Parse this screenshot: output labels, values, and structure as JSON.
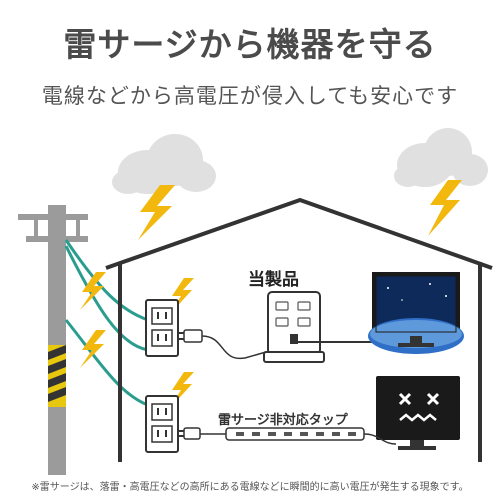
{
  "heading": {
    "title": "雷サージから機器を守る",
    "subtitle": "電線などから高電圧が侵入しても安心です"
  },
  "labels": {
    "product": "当製品",
    "non_compatible_strip": "雷サージ非対応タップ"
  },
  "footnote": "※雷サージは、落雷・高電圧などの高所にある電線などに瞬間的に高い電圧が発生する現象です。",
  "icons": [
    "cloud-icon",
    "lightning-bolt-icon",
    "utility-pole-icon",
    "house-icon",
    "wall-outlet-icon",
    "power-plug-icon",
    "surge-protector-icon",
    "monitor-icon",
    "broken-monitor-icon",
    "power-strip-icon"
  ],
  "colors": {
    "cloud": "#e0e0e0",
    "lightning": "#f2b80d",
    "house_outline": "#333333",
    "wire": "#2a9d8f",
    "pole": "#9b9b9b",
    "pole_stripe_yellow": "#e8c80f",
    "pole_stripe_dark": "#333333",
    "screen_dark": "#1a1a1a"
  }
}
